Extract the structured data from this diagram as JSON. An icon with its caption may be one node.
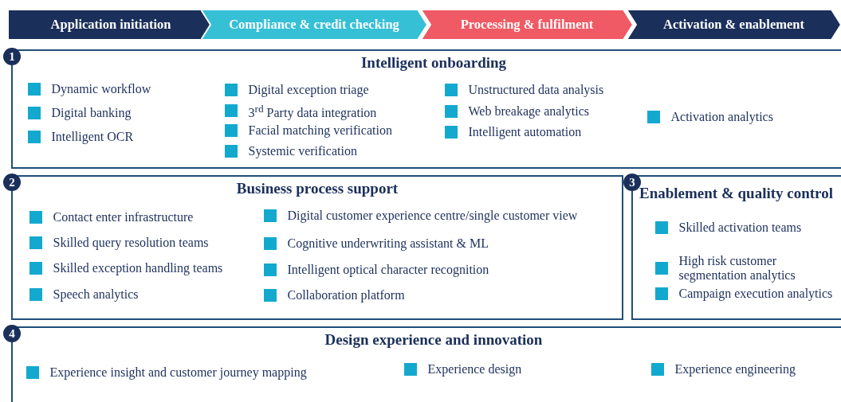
{
  "diagram": {
    "nodes": [
      {
        "text": [
          "Application initiation"
        ]
      },
      {
        "text": [
          "Compliance & credit checking"
        ]
      },
      {
        "text": [
          "Processing & fulfilment"
        ]
      },
      {
        "text": [
          "Activation & enablement"
        ]
      },
      {
        "text": [
          "1",
          "Intelligent onboarding"
        ]
      },
      {
        "text": [
          "Dynamic workflow"
        ],
        "in": 4
      },
      {
        "text": [
          "Digital banking"
        ],
        "in": 4
      },
      {
        "text": [
          "Intelligent OCR"
        ],
        "in": 4
      },
      {
        "text": [
          "Digital exception triage"
        ],
        "in": 4
      },
      {
        "text": [
          "3$^{rd}$ Party data integration"
        ],
        "in": 4
      },
      {
        "text": [
          "Facial matching verification"
        ],
        "in": 4
      },
      {
        "text": [
          "Systemic verification"
        ],
        "in": 4
      },
      {
        "text": [
          "Unstructured data analysis"
        ],
        "in": 4
      },
      {
        "text": [
          "Web breakage analytics"
        ],
        "in": 4
      },
      {
        "text": [
          "Intelligent automation"
        ],
        "in": 4
      },
      {
        "text": [
          "Activation analytics"
        ],
        "in": 4
      },
      {
        "text": [
          "2",
          "Business process support"
        ]
      },
      {
        "text": [
          "Contact enter infrastructure"
        ],
        "in": 16
      },
      {
        "text": [
          "Skilled query resolution teams"
        ],
        "in": 16
      },
      {
        "text": [
          "Skilled exception handling teams"
        ],
        "in": 16
      },
      {
        "text": [
          "Speech analytics"
        ],
        "in": 16
      },
      {
        "text": [
          "Digital customer experience centre/single customer view"
        ],
        "in": 16
      },
      {
        "text": [
          "Cognitive underwriting assistant & ML"
        ],
        "in": 16
      },
      {
        "text": [
          "Intelligent optical character recognition"
        ],
        "in": 16
      },
      {
        "text": [
          "Collaboration platform"
        ],
        "in": 16
      },
      {
        "text": [
          "3",
          "Enablement & quality control"
        ]
      },
      {
        "text": [
          "Skilled activation teams"
        ],
        "in": 25
      },
      {
        "text": [
          "High risk customer segmentation analytics"
        ],
        "in": 25
      },
      {
        "text": [
          "Campaign execution analytics"
        ],
        "in": 25
      },
      {
        "text": [
          "4",
          "Design experience and innovation"
        ]
      },
      {
        "text": [
          "Experience insight and customer journey mapping"
        ],
        "in": 29
      },
      {
        "text": [
          "Experience design"
        ],
        "in": 29
      },
      {
        "text": [
          "Experience engineering"
        ],
        "in": 29
      }
    ]
  }
}
